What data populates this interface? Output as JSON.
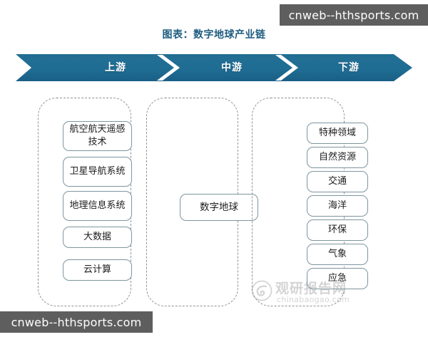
{
  "title": "图表：数字地球产业链",
  "banner": {
    "segments": [
      {
        "label": "上游"
      },
      {
        "label": "中游"
      },
      {
        "label": "下游"
      }
    ],
    "color": "#1f6d94",
    "text_color": "#ffffff"
  },
  "columns": [
    {
      "stage": "上游",
      "nodes": [
        {
          "label": "航空航天遥感技术"
        },
        {
          "label": "卫星导航系统"
        },
        {
          "label": "地理信息系统"
        },
        {
          "label": "大数据"
        },
        {
          "label": "云计算"
        }
      ]
    },
    {
      "stage": "中游",
      "nodes": [
        {
          "label": "数字地球"
        }
      ]
    },
    {
      "stage": "下游",
      "nodes": [
        {
          "label": "特种领域"
        },
        {
          "label": "自然资源"
        },
        {
          "label": "交通"
        },
        {
          "label": "海洋"
        },
        {
          "label": "环保"
        },
        {
          "label": "气象"
        },
        {
          "label": "应急"
        }
      ]
    }
  ],
  "watermark": {
    "brand": "观研报告网",
    "url": "chinabaogao.com",
    "logo_icon": "spiral-logo-icon",
    "color": "#9a9a9a"
  },
  "overlays": {
    "top_text": "cnweb--hthsports.com",
    "bottom_text": "cnweb--hthsports.com",
    "background": "#5e5e5e"
  },
  "colors": {
    "title": "#1f5d80",
    "banner": "#1f6d94",
    "node_border": "#7d959f",
    "column_dash": "#8d9299"
  }
}
